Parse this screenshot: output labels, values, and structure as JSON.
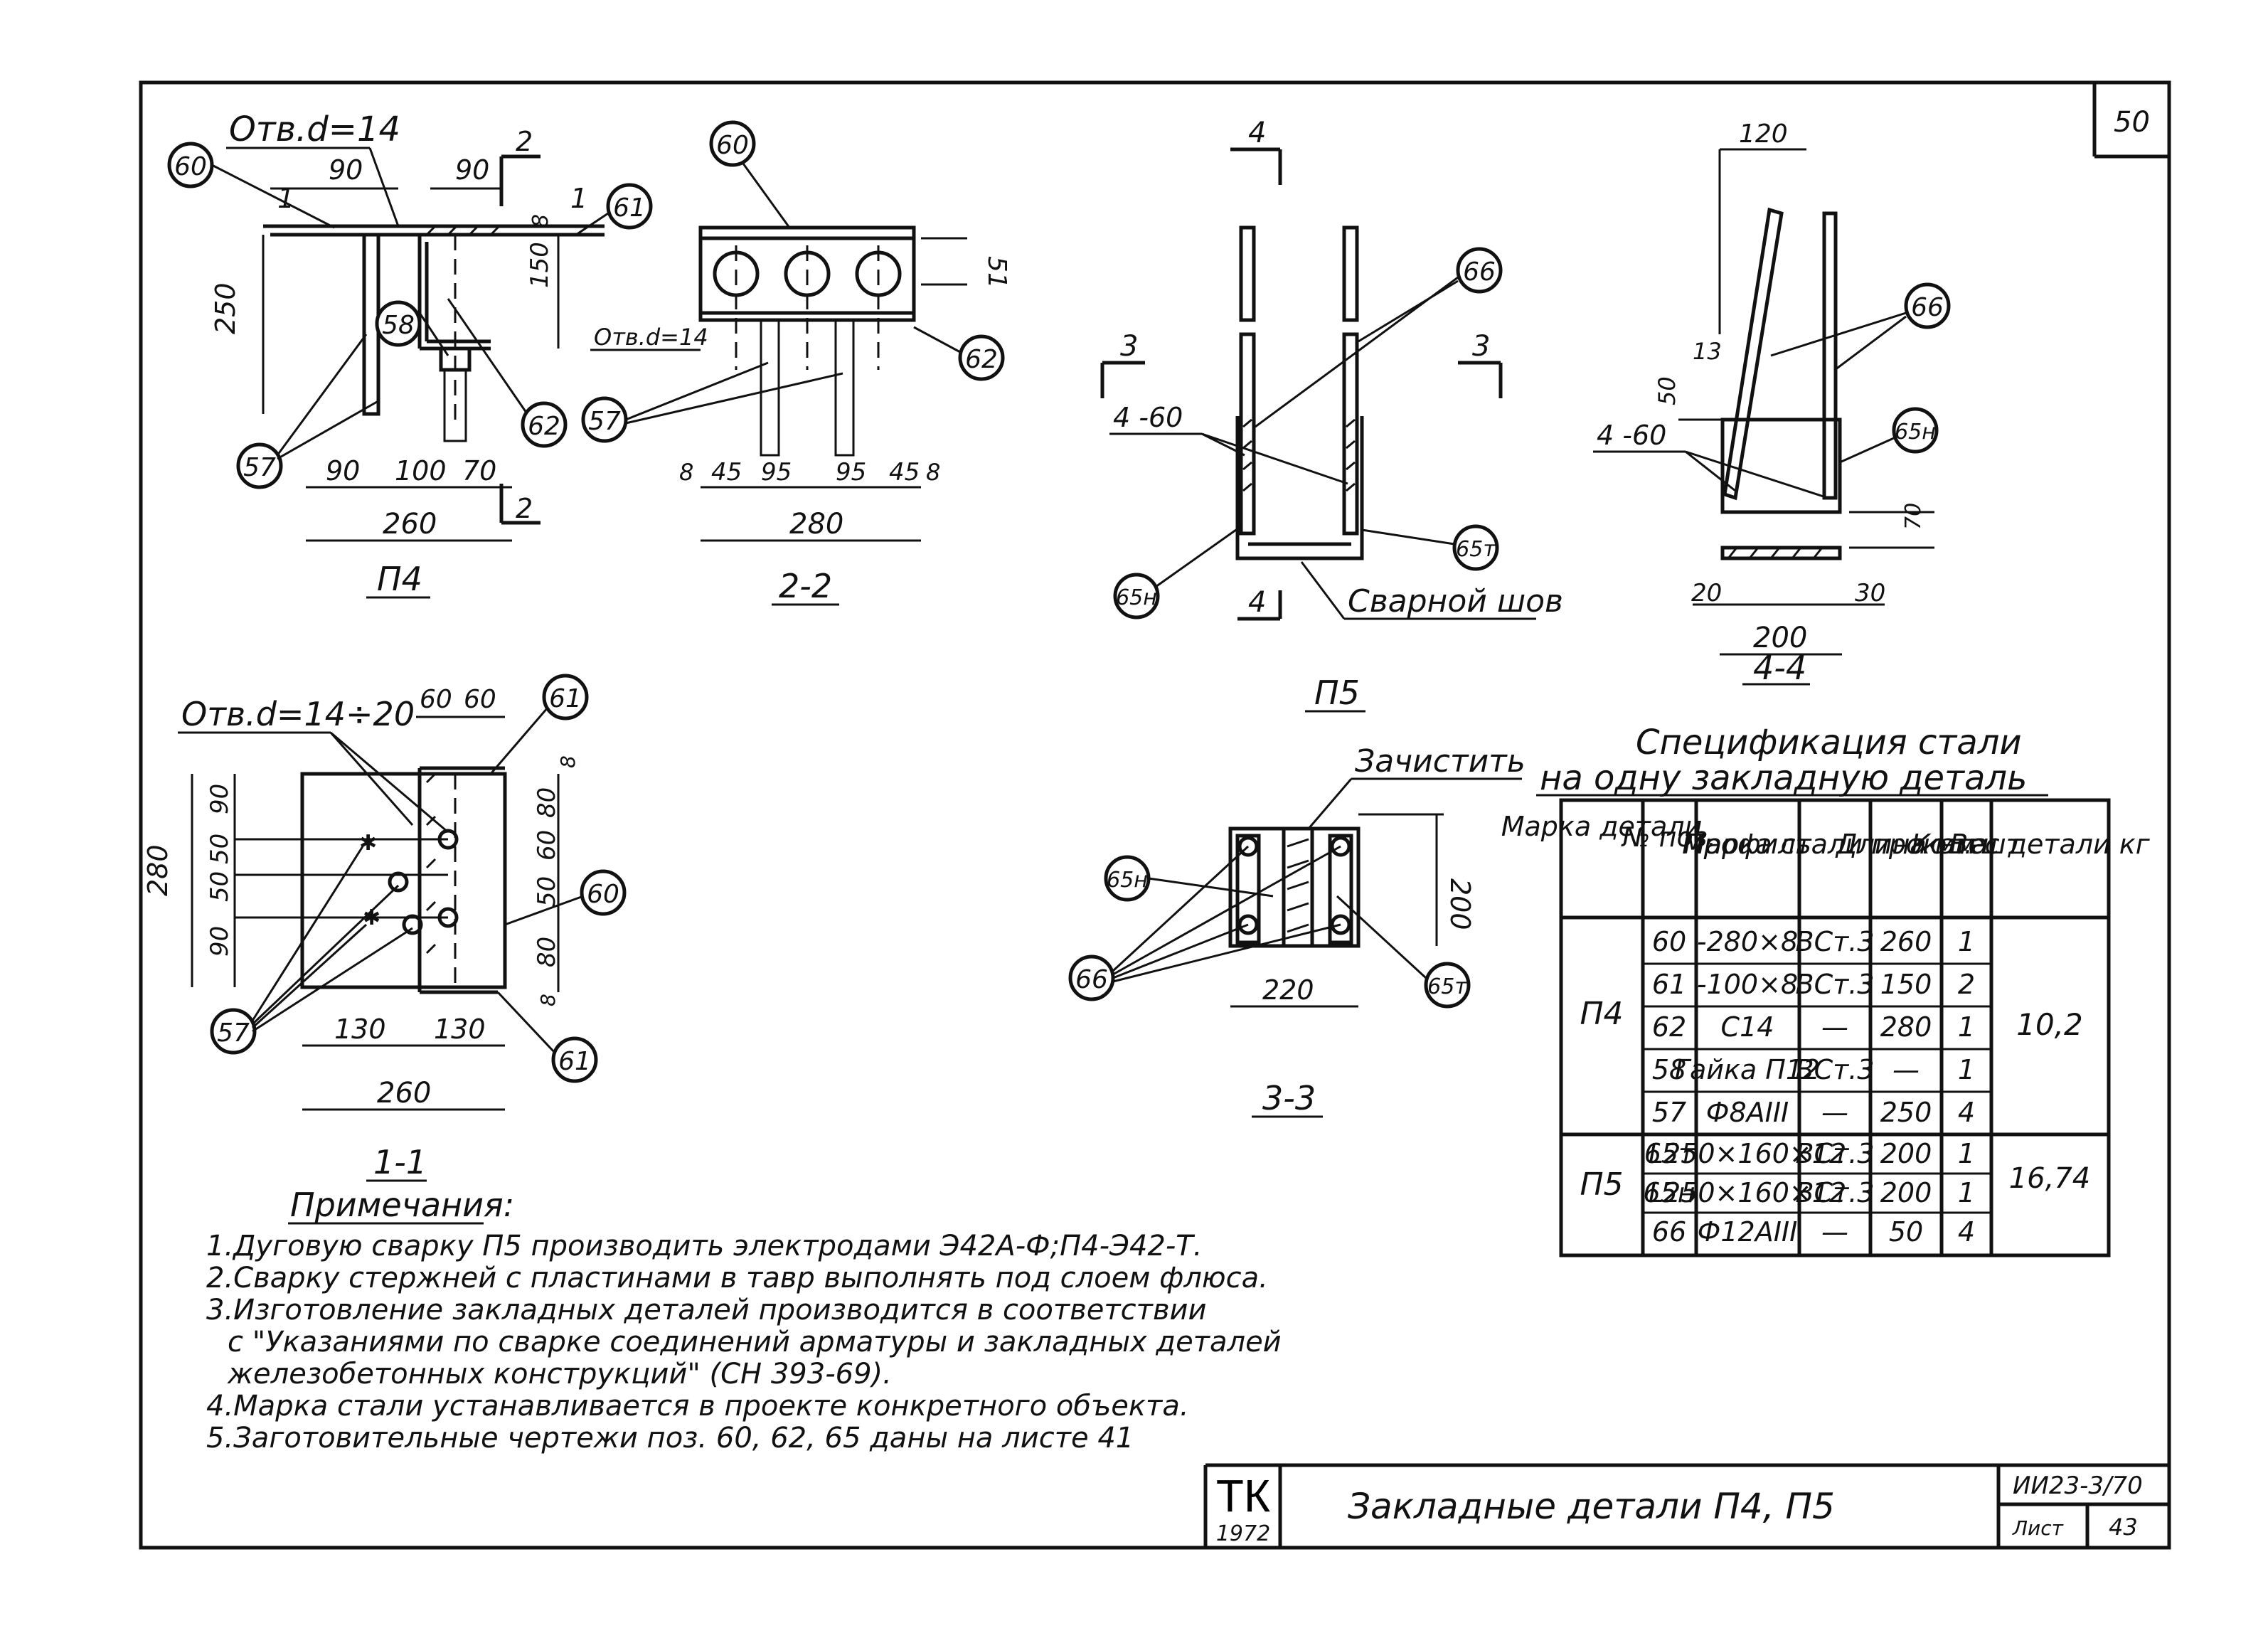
{
  "sheet": {
    "number": "50",
    "designer": "ТК",
    "year": "1972",
    "title": "Закладные детали П4, П5",
    "code": "ИИ23-3/70",
    "list_label": "Лист",
    "list_number": "43"
  },
  "views": {
    "m4": {
      "caption": "П4",
      "hole_label": "Отв.d=14",
      "dims": [
        "90",
        "90",
        "250",
        "150",
        "8",
        "90",
        "100",
        "70",
        "260"
      ],
      "section_marks": [
        "1",
        "1",
        "2",
        "2"
      ],
      "bubbles": [
        "60",
        "61",
        "58",
        "62",
        "57"
      ]
    },
    "s22": {
      "caption": "2-2",
      "hole_label": "Отв.d=14",
      "dims": [
        "51",
        "8",
        "45",
        "95",
        "95",
        "45",
        "8",
        "280"
      ],
      "bubbles": [
        "60",
        "62",
        "57"
      ]
    },
    "s11": {
      "caption": "1-1",
      "hole_label": "Отв.d=14÷20",
      "dims": [
        "60",
        "60",
        "8",
        "90",
        "50",
        "50",
        "90",
        "280",
        "80",
        "60",
        "50",
        "80",
        "8",
        "130",
        "130",
        "260"
      ],
      "bubbles": [
        "61",
        "60",
        "57",
        "61"
      ]
    },
    "m5": {
      "caption": "П5",
      "weld_label": "Сварной шов",
      "leader_label": "4 -60",
      "section_marks": [
        "4",
        "4",
        "3",
        "3"
      ],
      "bubbles": [
        "66",
        "65т",
        "65н"
      ]
    },
    "s44": {
      "caption": "4-4",
      "leader_label": "4 -60",
      "dims": [
        "120",
        "13",
        "50",
        "70",
        "20",
        "30",
        "200"
      ],
      "bubbles": [
        "66",
        "65н"
      ]
    },
    "s33": {
      "caption": "3-3",
      "clean_label": "Зачистить",
      "dims": [
        "200",
        "220"
      ],
      "bubbles": [
        "65н",
        "66",
        "65т"
      ]
    }
  },
  "spec": {
    "title_line1": "Спецификация стали",
    "title_line2": "на одну закладную деталь",
    "headers": [
      "Марка детали",
      "№ поз.",
      "Профиль",
      "Марка стали проката",
      "Длина мм",
      "Кол. шт",
      "Вес детали кг"
    ],
    "groups": [
      {
        "mark": "П4",
        "weight": "10,2",
        "rows": [
          {
            "pos": "60",
            "profile": "-280×8",
            "steel": "ВСт.3",
            "length": "260",
            "qty": "1"
          },
          {
            "pos": "61",
            "profile": "-100×8",
            "steel": "ВСт.3",
            "length": "150",
            "qty": "2"
          },
          {
            "pos": "62",
            "profile": "С14",
            "steel": "—",
            "length": "280",
            "qty": "1"
          },
          {
            "pos": "58",
            "profile": "Гайка П12",
            "steel": "ВСт.3",
            "length": "—",
            "qty": "1"
          },
          {
            "pos": "57",
            "profile": "Ф8АIII",
            "steel": "—",
            "length": "250",
            "qty": "4"
          }
        ]
      },
      {
        "mark": "П5",
        "weight": "16,74",
        "rows": [
          {
            "pos": "65т",
            "profile": "L250×160×12",
            "steel": "ВСт.3",
            "length": "200",
            "qty": "1"
          },
          {
            "pos": "65н",
            "profile": "L250×160×12",
            "steel": "ВСт.3",
            "length": "200",
            "qty": "1"
          },
          {
            "pos": "66",
            "profile": "Ф12АIII",
            "steel": "—",
            "length": "50",
            "qty": "4"
          }
        ]
      }
    ]
  },
  "notes": {
    "title": "Примечания:",
    "lines": [
      "1.Дуговую сварку П5 производить электродами Э42А-Ф;П4-Э42-Т.",
      "2.Сварку стержней с пластинами в тавр выполнять под слоем флюса.",
      "3.Изготовление закладных деталей производится в соответствии",
      "с \"Указаниями по сварке соединений арматуры и закладных деталей",
      "железобетонных конструкций\" (СН 393-69).",
      "4.Марка стали устанавливается в проекте конкретного объекта.",
      "5.Заготовительные чертежи поз. 60, 62, 65 даны на листе 41"
    ]
  }
}
